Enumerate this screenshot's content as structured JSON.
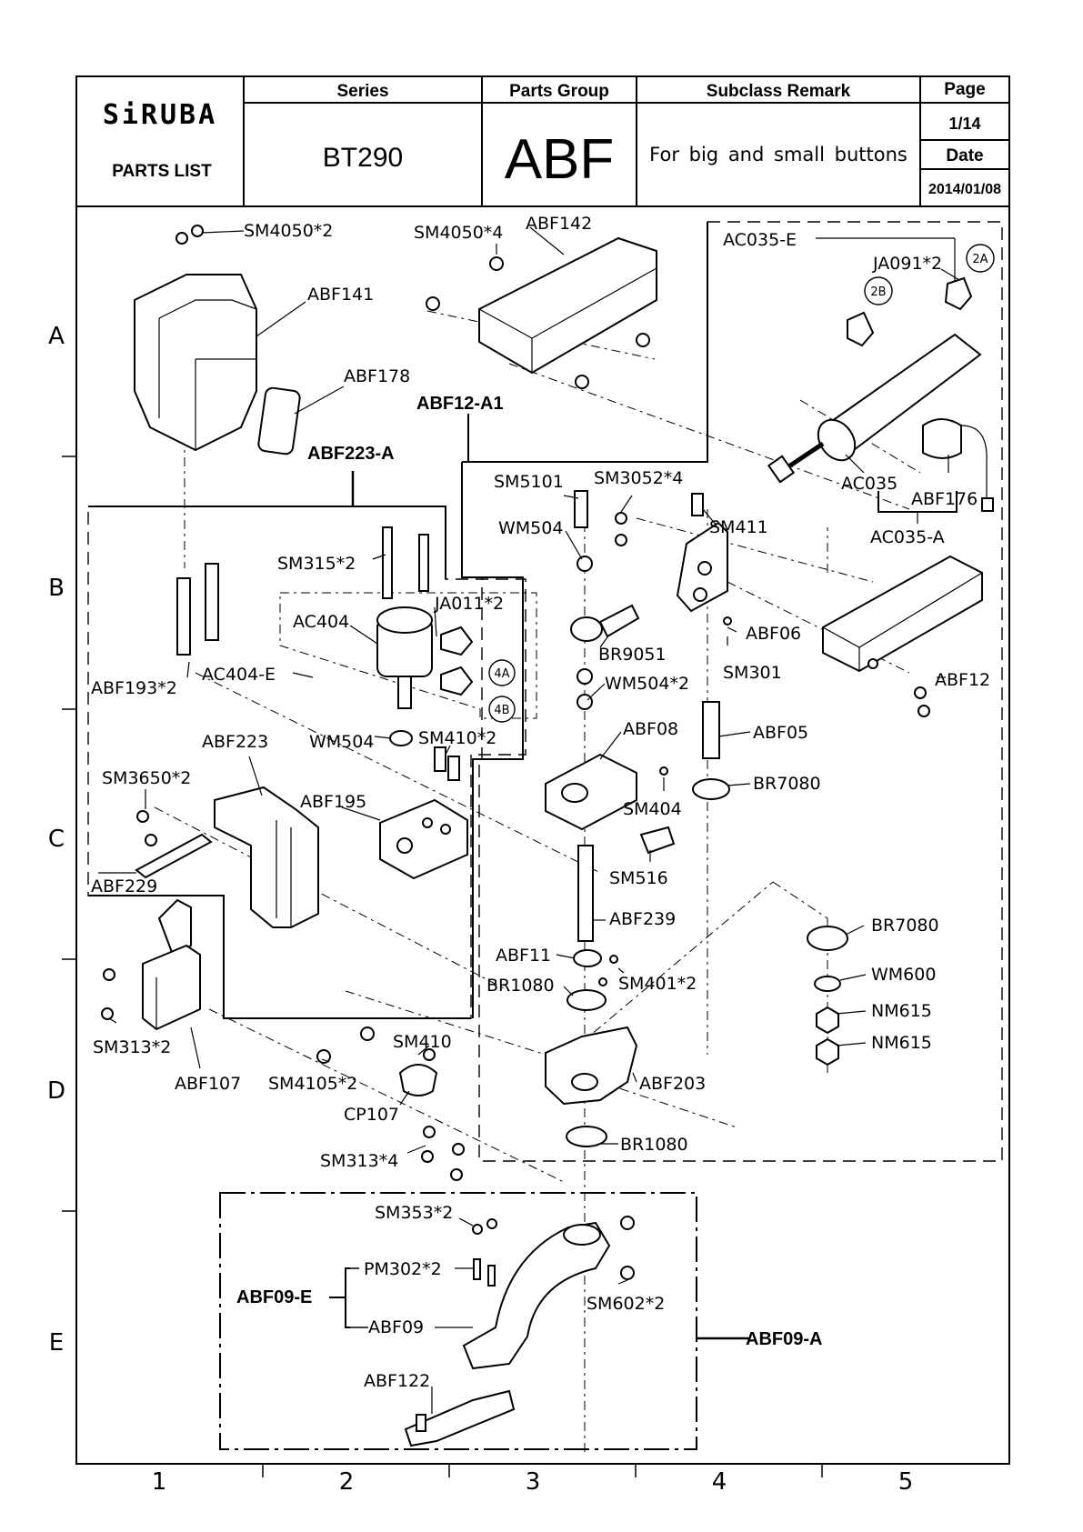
{
  "header": {
    "brand": "SiRUBA",
    "parts_list": "PARTS LIST",
    "series_label": "Series",
    "series_value": "BT290",
    "group_label": "Parts Group",
    "group_value": "ABF",
    "remark_label": "Subclass Remark",
    "remark_value": "For big and small buttons",
    "page_label": "Page",
    "page_value": "1/14",
    "date_label": "Date",
    "date_value": "2014/01/08"
  },
  "row_labels": [
    "A",
    "B",
    "C",
    "D",
    "E"
  ],
  "col_labels": [
    "1",
    "2",
    "3",
    "4",
    "5"
  ],
  "groups": {
    "abf12_a1": "ABF12-A1",
    "abf223_a": "ABF223-A",
    "abf09_e": "ABF09-E",
    "abf09_a": "ABF09-A"
  },
  "bubbles": {
    "b2a": "2A",
    "b2b": "2B",
    "b4a": "4A",
    "b4b": "4B"
  },
  "callouts": {
    "c01": "SM4050*2",
    "c02": "SM4050*4",
    "c03": "ABF142",
    "c04": "AC035-E",
    "c05": "JA091*2",
    "c06": "ABF141",
    "c07": "ABF178",
    "c08": "SM5101",
    "c09": "SM3052*4",
    "c10": "AC035",
    "c11": "ABF176",
    "c12": "AC035-A",
    "c13": "WM504",
    "c14": "SM411",
    "c15": "SM315*2",
    "c16": "JA011*2",
    "c17": "AC404",
    "c18": "BR9051",
    "c19": "ABF06",
    "c20": "SM301",
    "c21": "ABF12",
    "c22": "ABF193*2",
    "c23": "AC404-E",
    "c24": "WM504*2",
    "c25": "ABF08",
    "c26": "ABF05",
    "c27": "ABF223",
    "c28": "WM504",
    "c29": "SM410*2",
    "c30": "BR7080",
    "c31": "SM3650*2",
    "c32": "ABF195",
    "c33": "SM404",
    "c34": "SM516",
    "c35": "ABF229",
    "c36": "ABF239",
    "c37": "BR7080",
    "c38": "ABF11",
    "c39": "SM401*2",
    "c40": "WM600",
    "c41": "BR1080",
    "c42": "NM615",
    "c43": "SM313*2",
    "c44": "SM410",
    "c45": "NM615",
    "c46": "ABF107",
    "c47": "SM4105*2",
    "c48": "ABF203",
    "c49": "CP107",
    "c50": "SM313*4",
    "c51": "BR1080",
    "c52": "SM353*2",
    "c53": "PM302*2",
    "c54": "SM602*2",
    "c55": "ABF09",
    "c56": "ABF122"
  }
}
